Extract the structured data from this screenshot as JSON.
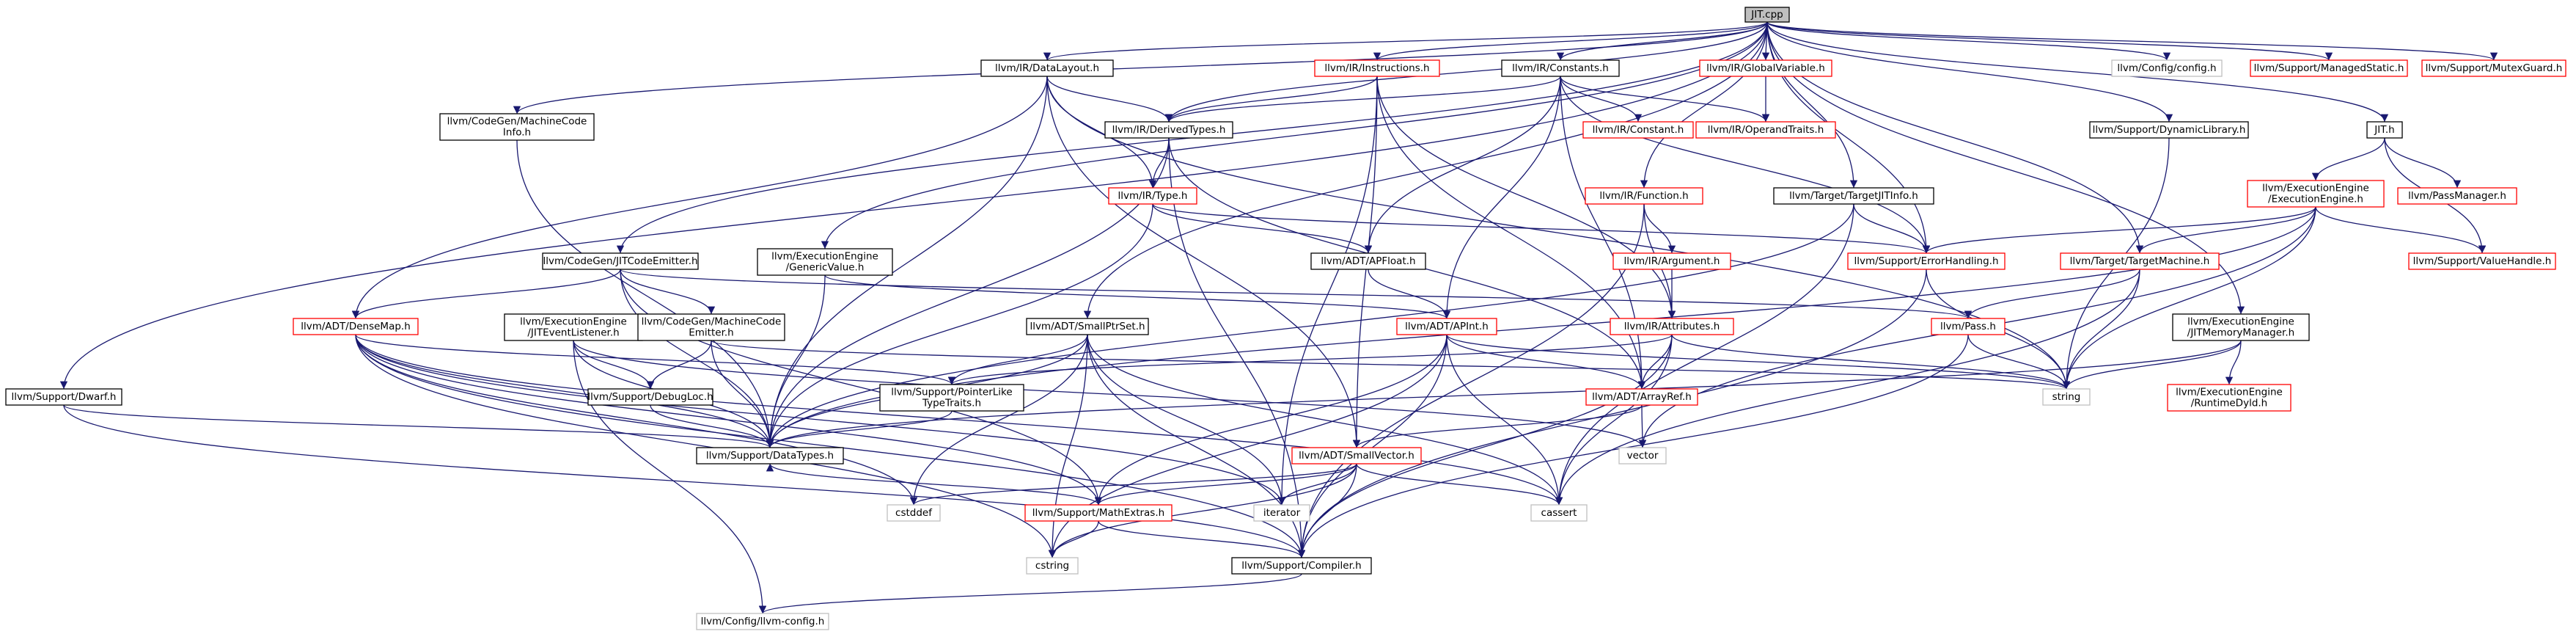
{
  "colors": {
    "edge": "#191970",
    "border_default": "#000000",
    "border_missing": "#ff0000",
    "border_external": "#bfbfbf",
    "root_fill": "#bfbfbf",
    "text": "#000000"
  },
  "nodes": {
    "jit_cpp": [
      "JIT.cpp"
    ],
    "datalayout": [
      "llvm/IR/DataLayout.h"
    ],
    "instructions": [
      "llvm/IR/Instructions.h"
    ],
    "constants": [
      "llvm/IR/Constants.h"
    ],
    "globalvariable": [
      "llvm/IR/GlobalVariable.h"
    ],
    "config": [
      "llvm/Config/config.h"
    ],
    "managedstatic": [
      "llvm/Support/ManagedStatic.h"
    ],
    "mutexguard": [
      "llvm/Support/MutexGuard.h"
    ],
    "mcinfo": [
      "llvm/CodeGen/MachineCode",
      "Info.h"
    ],
    "derivedtypes": [
      "llvm/IR/DerivedTypes.h"
    ],
    "constant": [
      "llvm/IR/Constant.h"
    ],
    "operandtraits": [
      "llvm/IR/OperandTraits.h"
    ],
    "dynlib": [
      "llvm/Support/DynamicLibrary.h"
    ],
    "jit_h": [
      "JIT.h"
    ],
    "type": [
      "llvm/IR/Type.h"
    ],
    "function": [
      "llvm/IR/Function.h"
    ],
    "targetjitinfo": [
      "llvm/Target/TargetJITInfo.h"
    ],
    "execengine": [
      "llvm/ExecutionEngine",
      "/ExecutionEngine.h"
    ],
    "passmanager": [
      "llvm/PassManager.h"
    ],
    "jitcodeemitter": [
      "llvm/CodeGen/JITCodeEmitter.h"
    ],
    "genericvalue": [
      "llvm/ExecutionEngine",
      "/GenericValue.h"
    ],
    "apfloat": [
      "llvm/ADT/APFloat.h"
    ],
    "argument": [
      "llvm/IR/Argument.h"
    ],
    "errorhandling": [
      "llvm/Support/ErrorHandling.h"
    ],
    "targetmachine": [
      "llvm/Target/TargetMachine.h"
    ],
    "valuehandle": [
      "llvm/Support/ValueHandle.h"
    ],
    "densemap": [
      "llvm/ADT/DenseMap.h"
    ],
    "jitlistener": [
      "llvm/ExecutionEngine",
      "/JITEventListener.h"
    ],
    "mcemitter": [
      "llvm/CodeGen/MachineCode",
      "Emitter.h"
    ],
    "smallptrset": [
      "llvm/ADT/SmallPtrSet.h"
    ],
    "apint": [
      "llvm/ADT/APInt.h"
    ],
    "attributes": [
      "llvm/IR/Attributes.h"
    ],
    "pass": [
      "llvm/Pass.h"
    ],
    "jitmemmgr": [
      "llvm/ExecutionEngine",
      "/JITMemoryManager.h"
    ],
    "dwarf": [
      "llvm/Support/Dwarf.h"
    ],
    "debugloc": [
      "llvm/Support/DebugLoc.h"
    ],
    "ptrlike": [
      "llvm/Support/PointerLike",
      "TypeTraits.h"
    ],
    "arrayref": [
      "llvm/ADT/ArrayRef.h"
    ],
    "string": [
      "string"
    ],
    "runtimedyld": [
      "llvm/ExecutionEngine",
      "/RuntimeDyld.h"
    ],
    "datatypes": [
      "llvm/Support/DataTypes.h"
    ],
    "vector": [
      "vector"
    ],
    "smallvector": [
      "llvm/ADT/SmallVector.h"
    ],
    "cstddef": [
      "cstddef"
    ],
    "iterator": [
      "iterator"
    ],
    "cassert": [
      "cassert"
    ],
    "mathextras": [
      "llvm/Support/MathExtras.h"
    ],
    "cstring": [
      "cstring"
    ],
    "compiler": [
      "llvm/Support/Compiler.h"
    ],
    "llvmconfig": [
      "llvm/Config/llvm-config.h"
    ]
  }
}
